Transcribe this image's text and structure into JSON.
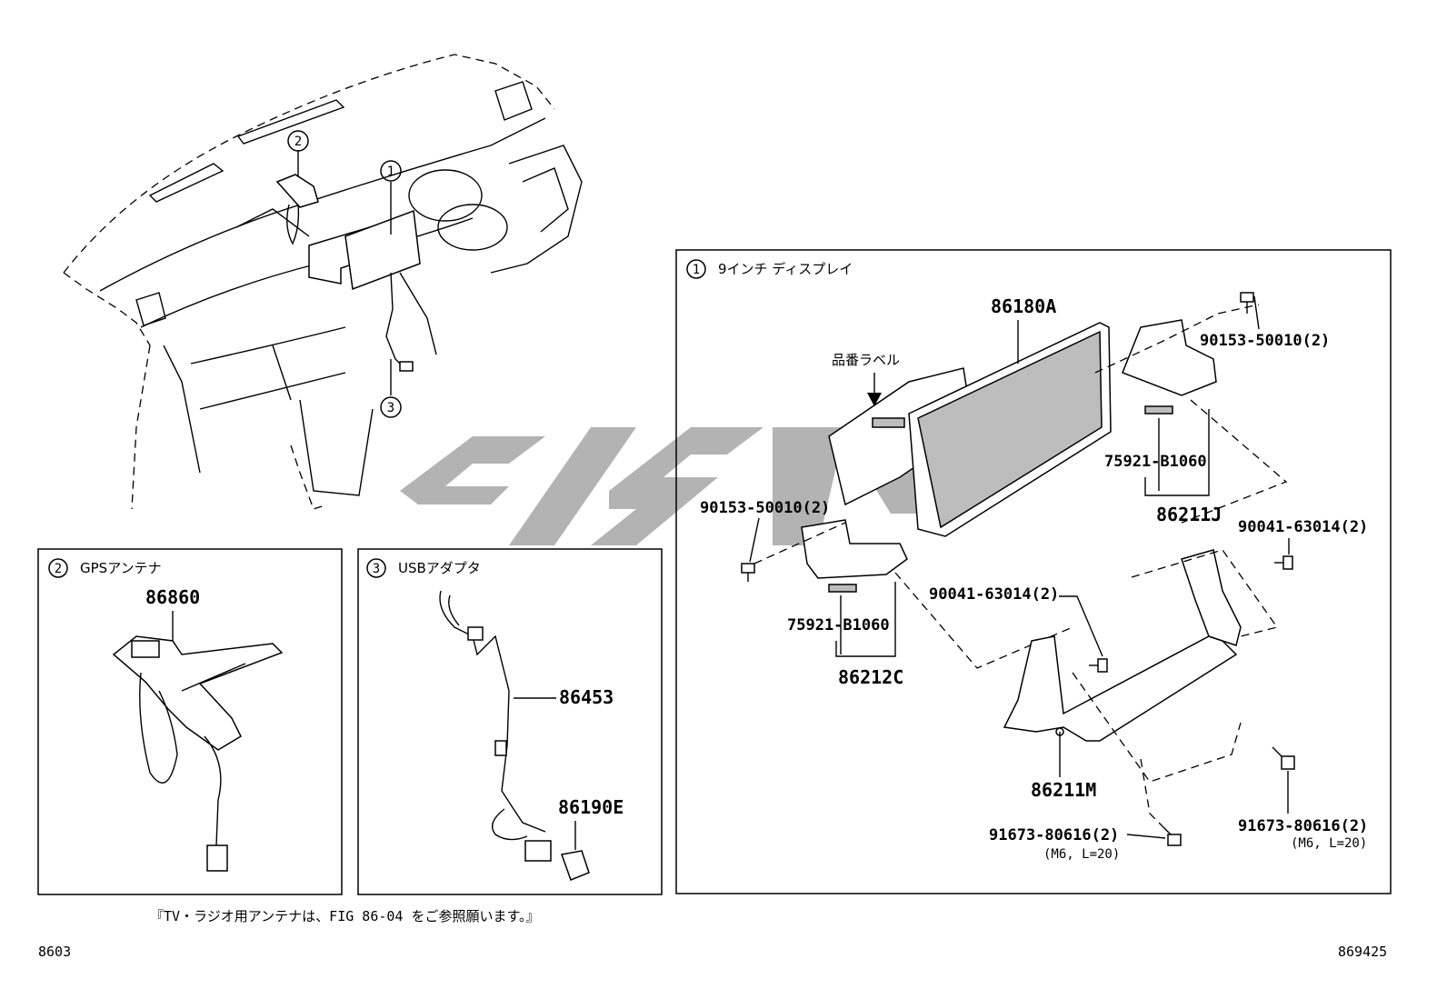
{
  "callouts": {
    "c1": "1",
    "c2": "2",
    "c3": "3"
  },
  "panel_display": {
    "title": "9インチ ディスプレイ",
    "parts": {
      "display": "86180A",
      "label_tag": "品番ラベル",
      "screw_top_right": "90153-50010(2)",
      "label_right": "75921-B1060",
      "bracket_right": "86211J",
      "screw_left": "90153-50010(2)",
      "bolt_right_upper": "90041-63014(2)",
      "bolt_center": "90041-63014(2)",
      "label_left": "75921-B1060",
      "bracket_left": "86212C",
      "bracket_bottom": "86211M",
      "bolt_bottom_center": "91673-80616(2)",
      "bolt_bottom_center_spec": "(M6, L=20)",
      "bolt_bottom_right": "91673-80616(2)",
      "bolt_bottom_right_spec": "(M6, L=20)"
    }
  },
  "panel_gps": {
    "title": "GPSアンテナ",
    "part": "86860"
  },
  "panel_usb": {
    "title": "USBアダプタ",
    "part_cable": "86453",
    "part_cap": "86190E"
  },
  "footnote": "『TV・ラジオ用アンテナは、FIG 86-04 をご参照願います。』",
  "fig_left": "8603",
  "fig_right": "869425"
}
